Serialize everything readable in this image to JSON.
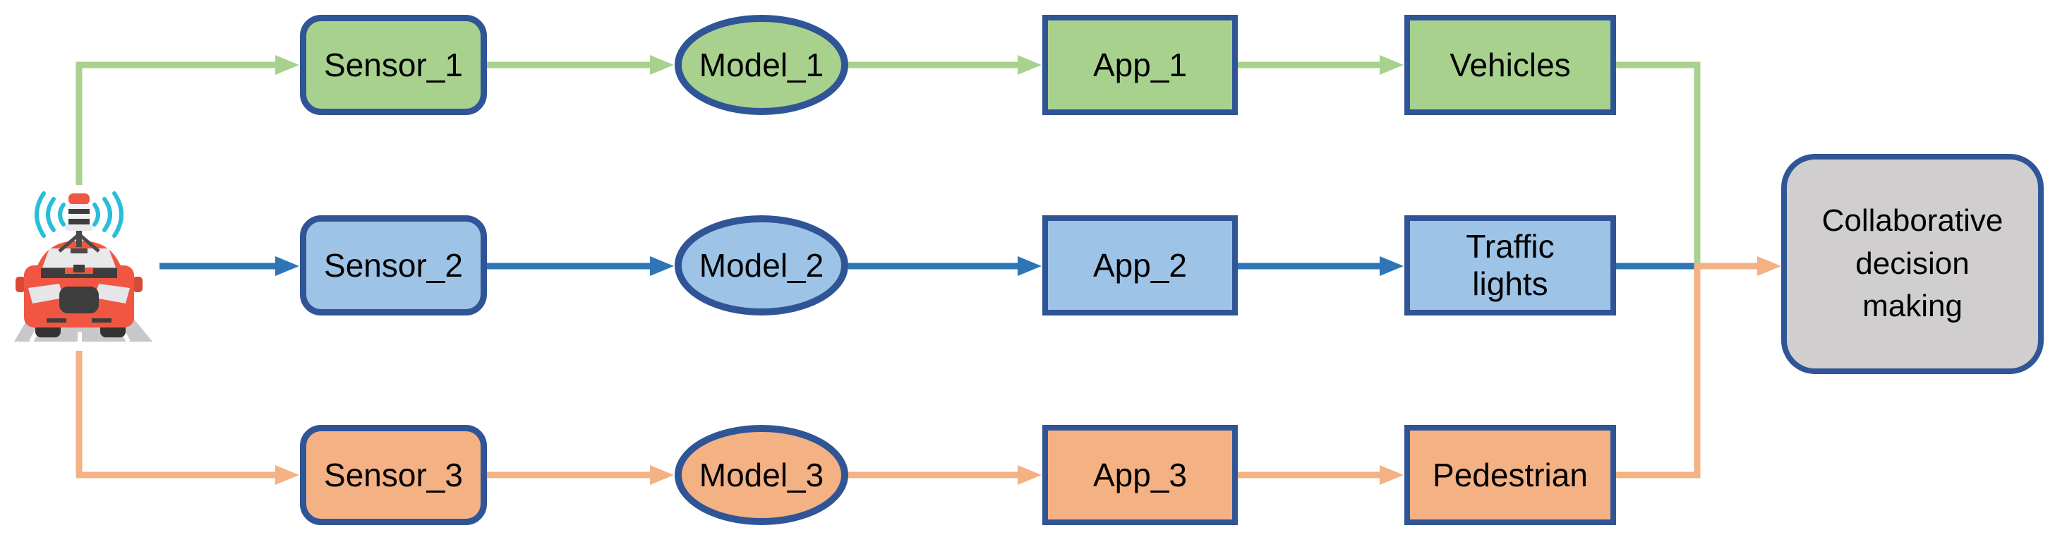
{
  "diagram": {
    "source_icon": "autonomous-car-icon",
    "rows": [
      {
        "color": "green",
        "sensor": "Sensor_1",
        "model": "Model_1",
        "app": "App_1",
        "output": "Vehicles"
      },
      {
        "color": "blue",
        "sensor": "Sensor_2",
        "model": "Model_2",
        "app": "App_2",
        "output": "Traffic\nlights"
      },
      {
        "color": "orange",
        "sensor": "Sensor_3",
        "model": "Model_3",
        "app": "App_3",
        "output": "Pedestrian"
      }
    ],
    "decision": {
      "label": "Collaborative\ndecision\nmaking"
    }
  },
  "colors": {
    "background": "#ffffff",
    "green_fill": "#a9d18e",
    "green_line": "#a9d18e",
    "blue_fill": "#9dc3e6",
    "blue_line": "#2e75b6",
    "orange_fill": "#f4b183",
    "orange_line": "#f4b183",
    "gray_fill": "#d0cece",
    "node_border": "#2f5597",
    "text": "#000000",
    "car_red": "#f05641",
    "car_red_dark": "#d64a36",
    "wifi_cyan": "#29bdd9",
    "road_gray": "#c7c7cc",
    "detail_dark": "#3d3d3d",
    "glass_gray": "#e9e9ec"
  }
}
